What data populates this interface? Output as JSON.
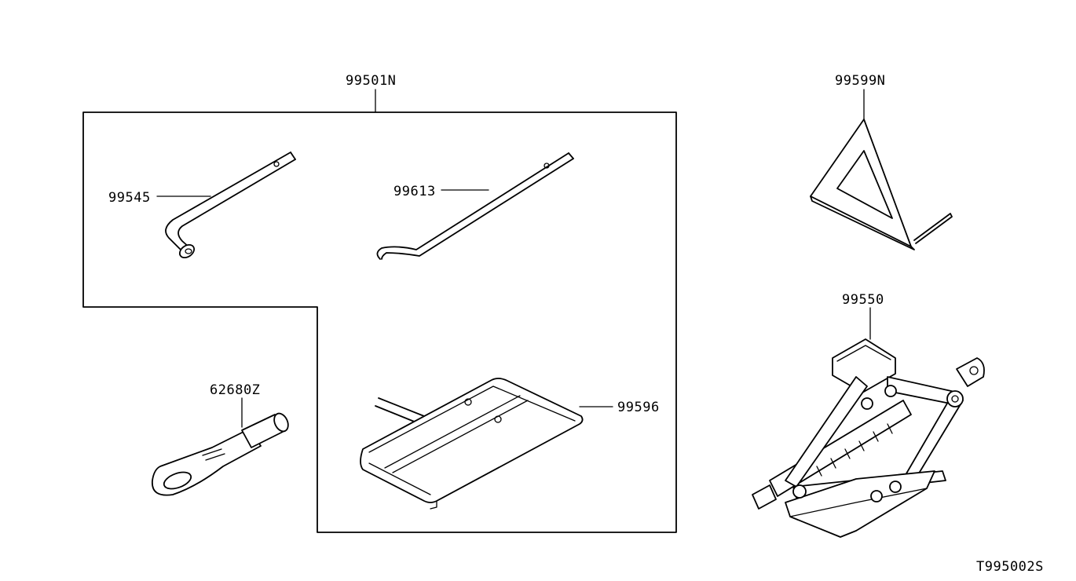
{
  "diagram": {
    "parts": {
      "kit_box": "99501N",
      "wheel_wrench": "99545",
      "hook_rod": "99613",
      "tray": "99596",
      "tow_hook": "62680Z",
      "warning_triangle": "99599N",
      "jack": "99550"
    },
    "figure_code": "T995002S"
  }
}
